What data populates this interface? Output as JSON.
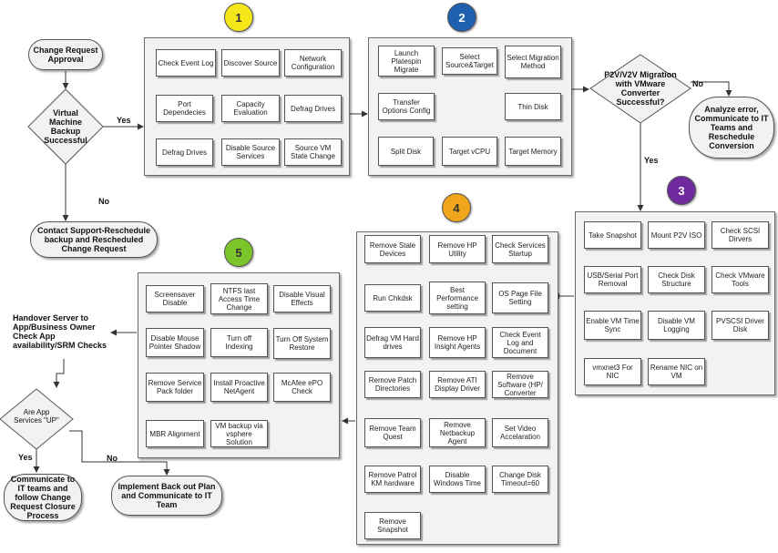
{
  "terminals": {
    "change_request_approval": "Change Request Approval",
    "contact_support": "Contact Support-Reschedule backup and Rescheduled Change Request",
    "analyze_error": "Analyze error, Communicate to IT Teams  and Reschedule Conversion",
    "communicate_it_teams": "Communicate to IT teams and follow Change Request Closure Process",
    "implement_back_out": "Implement Back out Plan and Communicate to IT Team"
  },
  "decisions": {
    "vm_backup": "Virtual Machine Backup Successful",
    "p2v_migration": "P2V/V2V Migration with VMware Converter Successful?",
    "app_services": "Are App Services \"UP\""
  },
  "handover": "Handover Server to App/Business Owner Check App availability/SRM Checks",
  "edge_labels": {
    "yes1": "Yes",
    "no1": "No",
    "no2": "No",
    "yes2": "Yes",
    "yes3": "Yes",
    "no3": "No"
  },
  "badges": [
    {
      "text": "1",
      "color": "#f5e61a"
    },
    {
      "text": "2",
      "color": "#1f5fb0"
    },
    {
      "text": "3",
      "color": "#6f2a9e"
    },
    {
      "text": "4",
      "color": "#f0a51a"
    },
    {
      "text": "5",
      "color": "#7cc52a"
    }
  ],
  "stage1": [
    "Check Event Log",
    "Discover Source",
    "Network Configuration",
    "Port Dependecies",
    "Capacity Evaluation",
    "Defrag Drives",
    "Defrag Drives",
    "Disable Source Services",
    "Source VM State Change"
  ],
  "stage2": [
    "Launch Platespin Migrate",
    "Select Source&Target",
    "Select Migration Method",
    "Transfer Options Config",
    "Thin Disk",
    "Split Disk",
    "Target vCPU",
    "Target Memory"
  ],
  "stage3": [
    "Take Snapshot",
    "Mount P2V ISO",
    "Check SCSI Dirvers",
    "USB/Serial Port Removal",
    "Check Disk Structure",
    "Check VMware Tools",
    "Enable VM Time Sync",
    "Disable VM Logging",
    "PVSCSI Driver Disk",
    "vmxnet3 For NIC",
    "Rename NIC on VM"
  ],
  "stage4": [
    "Remove Stale Devices",
    "Remove HP Utility",
    "Check Services Startup",
    "Run Chkdsk",
    "Best Performance setting",
    "OS Page File Setting",
    "Defrag VM Hard drives",
    "Remove HP Insight Agents",
    "Check Event Log and Document",
    "Remove Patch Directories",
    "Remove ATI Display Driver",
    "Remove Software (HP/ Converter",
    "Remove Team Quest",
    "Remove Netbackup Agent",
    "Set Video Accelaration",
    "Remove Patrol KM hardware",
    "Disable Windows Time",
    "Change Disk Timeout=60",
    "Remove Snapshot"
  ],
  "stage5": [
    "Screensaver Disable",
    "NTFS last Access Time Change",
    "Disable Visual Effects",
    "Disable Mouse Pointer Shadow",
    "Turn off Indexing",
    "Turn Off System Restore",
    "Remove Service Pack folder",
    "Install Proactive NetAgent",
    "McAfee ePO Check",
    "MBR Alignment",
    "VM backup via vsphere Solution"
  ]
}
